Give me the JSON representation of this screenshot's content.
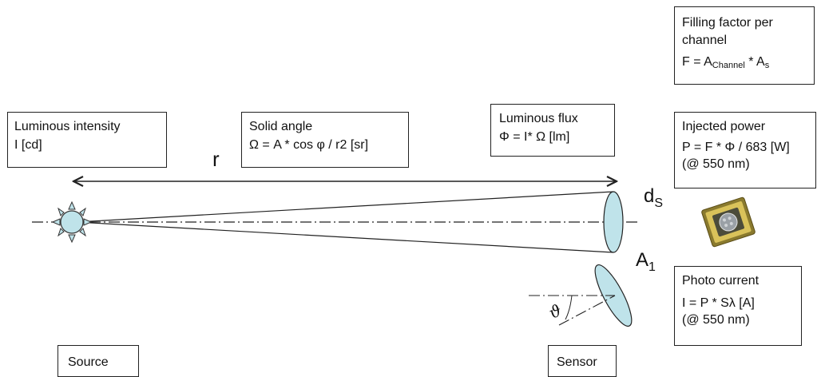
{
  "boxes": {
    "luminous_intensity": {
      "title": "Luminous intensity",
      "formula": "I [cd]"
    },
    "solid_angle": {
      "title": "Solid angle",
      "formula": "Ω = A * cos φ / r2 [sr]"
    },
    "luminous_flux": {
      "title": "Luminous flux",
      "formula": "Φ = I* Ω [lm]"
    },
    "filling_factor": {
      "title_line1": "Filling factor per",
      "title_line2": "channel",
      "formula_prefix": "F = A",
      "formula_sub1": "Channel",
      "formula_mid": " * A",
      "formula_sub2": "s"
    },
    "injected_power": {
      "title": "Injected power",
      "formula": "P = F * Φ / 683 [W]",
      "note": "(@ 550 nm)"
    },
    "photo_current": {
      "title": "Photo current",
      "formula": "I = P * Sλ [A]",
      "note": "(@ 550 nm)"
    },
    "source": {
      "label": "Source"
    },
    "sensor": {
      "label": "Sensor"
    }
  },
  "labels": {
    "distance": "r",
    "ds_main": "d",
    "ds_sub": "S",
    "a1_main": "A",
    "a1_sub": "1",
    "theta": "ϑ"
  },
  "colors": {
    "ellipse_fill": "#bfe3ea",
    "stroke": "#222222",
    "chip_body": "#8a7a2e",
    "chip_gold": "#d9c25a",
    "chip_sensor": "#9aa0a6"
  }
}
